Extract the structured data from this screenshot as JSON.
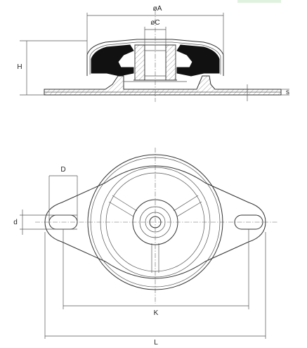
{
  "drawing": {
    "labels": {
      "dia_a": "øA",
      "dia_c": "øC",
      "height": "H",
      "thickness": "s",
      "hole_d": "D",
      "hole_small_d": "d",
      "hole_spacing": "K",
      "length": "L"
    },
    "colors": {
      "rubber": "#111111",
      "line": "#333333",
      "hatch": "#888888",
      "accent": "#dff2df"
    }
  }
}
